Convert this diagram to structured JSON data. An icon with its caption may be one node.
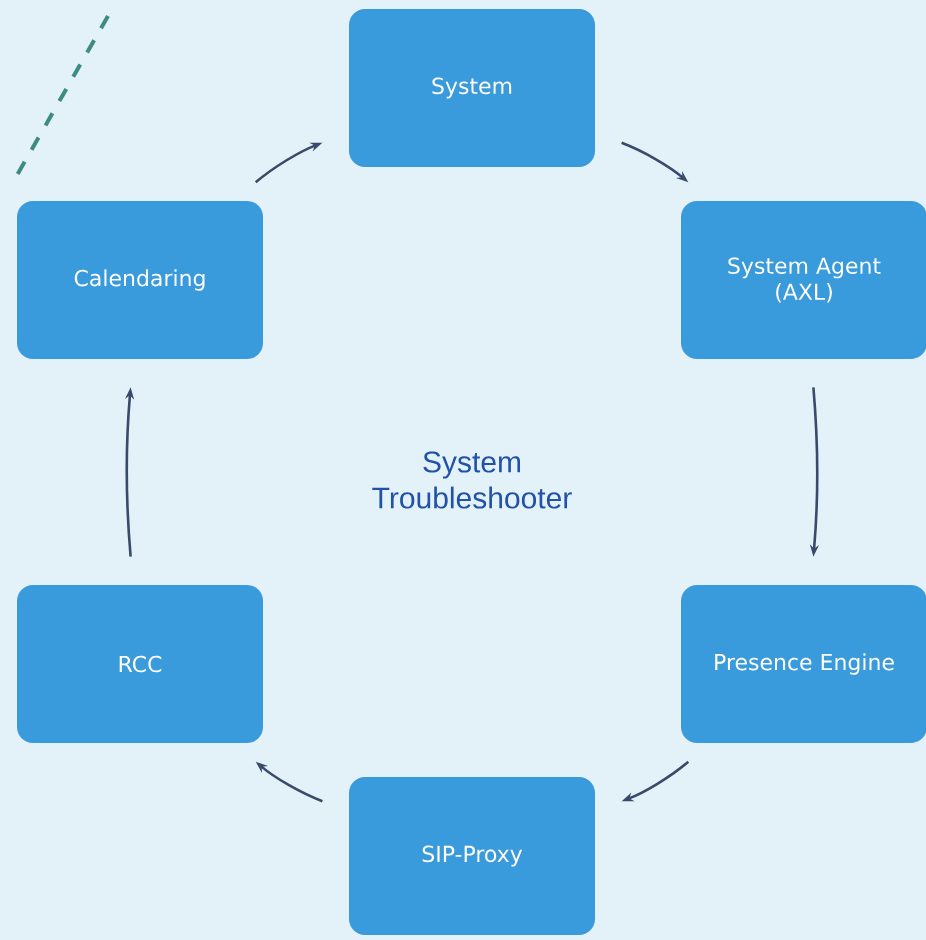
{
  "diagram": {
    "nodes": [
      {
        "text": [
          "System"
        ]
      },
      {
        "text": [
          "System Agent (AXL)"
        ]
      },
      {
        "text": [
          "Presence Engine"
        ]
      },
      {
        "text": [
          "SIP-Proxy"
        ]
      },
      {
        "text": [
          "RCC"
        ]
      },
      {
        "text": [
          "Calendaring"
        ]
      }
    ],
    "edges": [
      {
        "from": 5,
        "to": 0,
        "arrow": "to"
      },
      {
        "from": 0,
        "to": 1,
        "arrow": "to"
      },
      {
        "from": 1,
        "to": 2,
        "arrow": "to"
      },
      {
        "from": 2,
        "to": 3,
        "arrow": "to"
      },
      {
        "from": 3,
        "to": 4,
        "arrow": "to"
      },
      {
        "from": 4,
        "to": 5,
        "arrow": "to"
      }
    ],
    "labels": [
      "System Troubleshooter"
    ]
  }
}
